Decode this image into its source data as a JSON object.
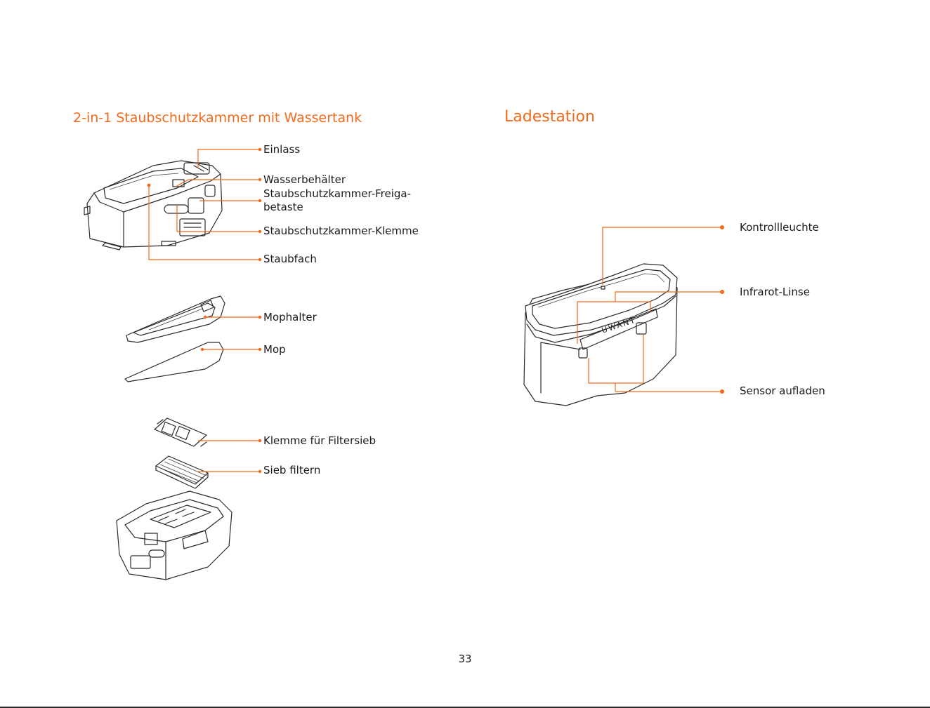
{
  "left_section": {
    "title": "2-in-1 Staubschutzkammer mit Wassertank",
    "labels": {
      "einlass": "Einlass",
      "wasserbehaelter": "Wasserbehälter",
      "freigabe_line1": "Staubschutzkammer-Freiga-",
      "freigabe_line2": "betaste",
      "klemme": "Staubschutzkammer-Klemme",
      "staubfach": "Staubfach",
      "mophalter": "Mophalter",
      "mop": "Mop",
      "filterklemme": "Klemme für Filtersieb",
      "sieb": "Sieb filtern"
    }
  },
  "right_section": {
    "title": "Ladestation",
    "brand_logo_text": "UWANT",
    "labels": {
      "kontrollleuchte": "Kontrollleuchte",
      "infrarot": "Infrarot-Linse",
      "sensor": "Sensor aufladen"
    }
  },
  "footer": {
    "page_number": "33"
  },
  "colors": {
    "accent": "#f26a1b",
    "line_art": "#2a2a2a",
    "text": "#1a1a1a"
  }
}
